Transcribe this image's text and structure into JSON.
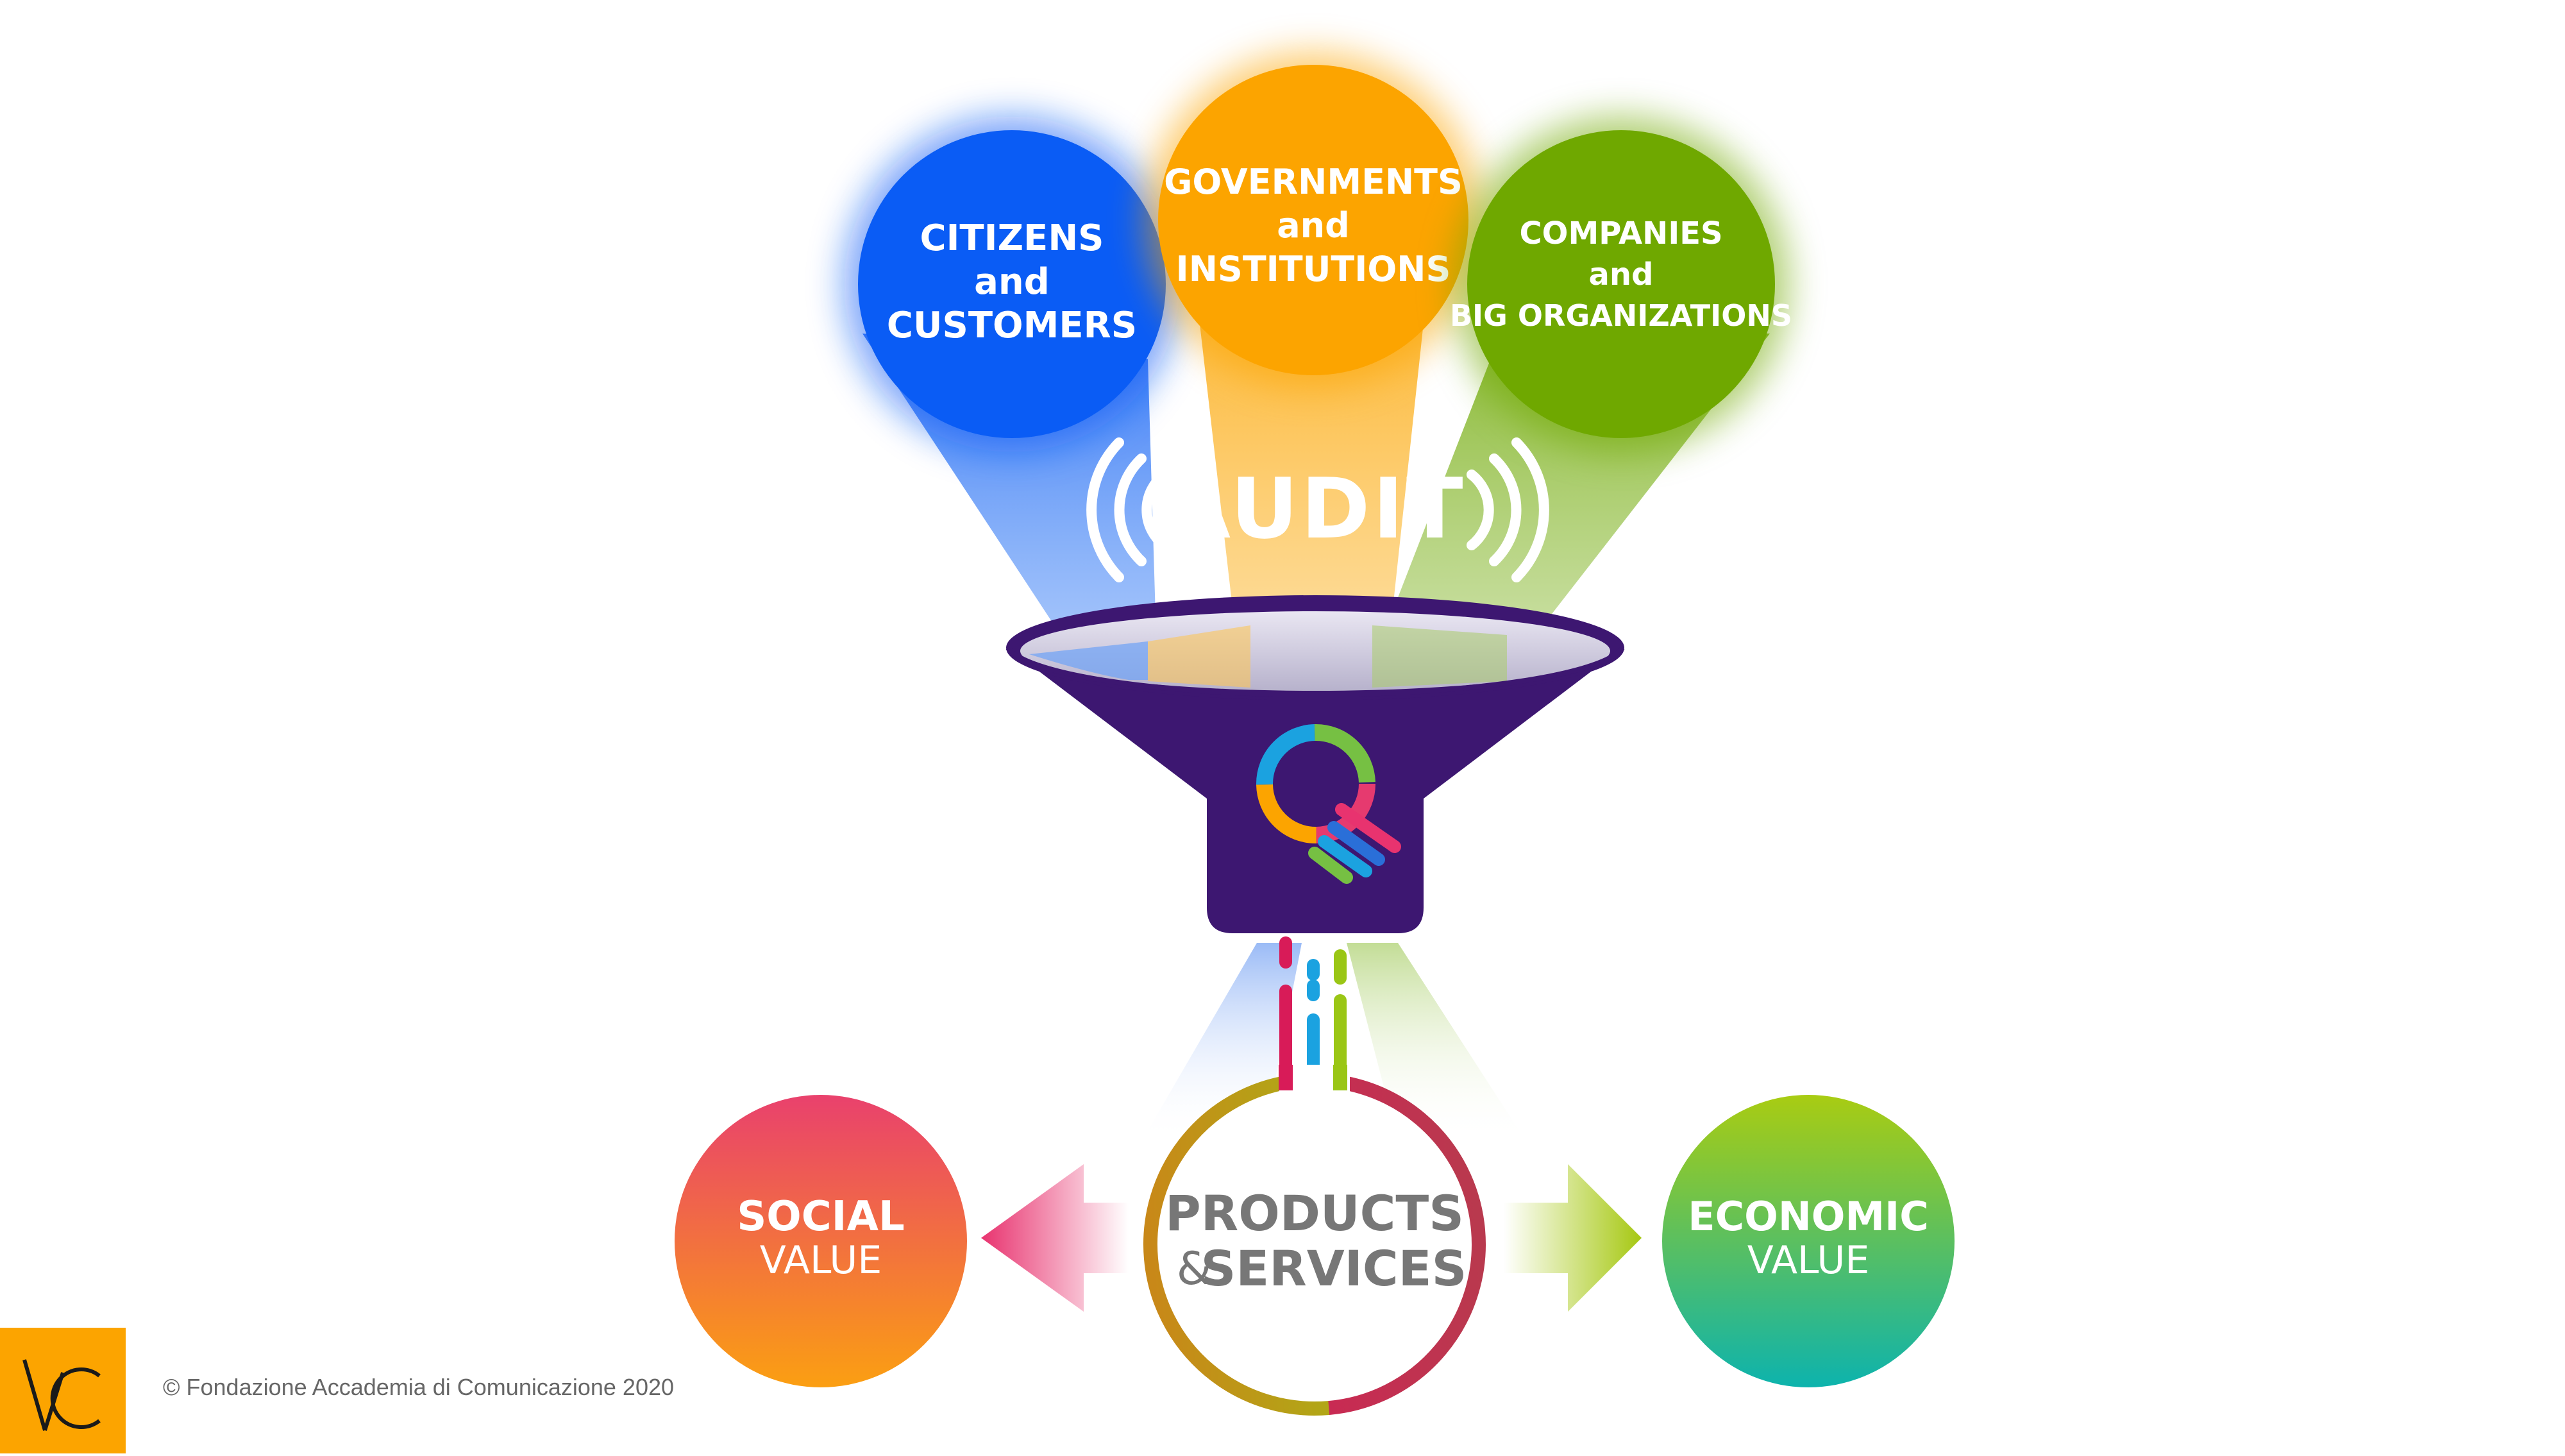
{
  "stakeholders": {
    "citizens": {
      "line1": "CITIZENS",
      "line2": "and",
      "line3": "CUSTOMERS",
      "color": "#0a5cf5"
    },
    "governments": {
      "line1": "GOVERNMENTS",
      "line2": "and",
      "line3": "INSTITUTIONS",
      "color": "#fca400"
    },
    "companies": {
      "line1": "COMPANIES",
      "line2": "and",
      "line3": "BIG ORGANIZATIONS",
      "color": "#6fa800"
    }
  },
  "audit": {
    "label": "AUDIT"
  },
  "funnel": {
    "color": "#3d1771",
    "logo_icon": "q-logo-icon"
  },
  "products": {
    "line1": "PRODUCTS",
    "amp": "&",
    "line2": "SERVICES"
  },
  "social": {
    "bold": "SOCIAL",
    "light": "VALUE"
  },
  "economic": {
    "bold": "ECONOMIC",
    "light": "VALUE"
  },
  "footer": {
    "copyright": "© Fondazione Accademia di Comunicazione 2020",
    "logo_icon": "accademia-logo-icon",
    "logo_color": "#fca400"
  }
}
